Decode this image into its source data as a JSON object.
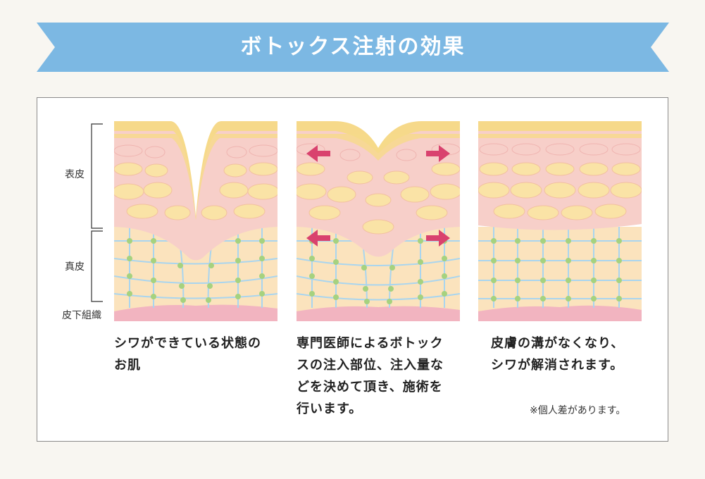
{
  "header": {
    "title": "ボトックス注射の効果"
  },
  "layers": {
    "epidermis": "表皮",
    "dermis": "真皮",
    "subcutis": "皮下組織"
  },
  "panels": [
    {
      "caption_line1": "シワができている状態の",
      "caption_line2": "お肌"
    },
    {
      "caption_line1": "専門医師によるボトック",
      "caption_line2": "スの注入部位、注入量な",
      "caption_line3": "どを決めて頂き、施術を",
      "caption_line4": "行います。"
    },
    {
      "caption_line1": "皮膚の溝がなくなり、",
      "caption_line2": "シワが解消されます。"
    }
  ],
  "note": "※個人差があります。",
  "colors": {
    "banner": "#7cb8e3",
    "epidermis_top": "#f6d98a",
    "cell_pink": "#f7cfc9",
    "cell_yellow": "#fae3a6",
    "dermis": "#fbe3bd",
    "fiber_blue": "#a9d5ef",
    "node_green": "#a6d27f",
    "subcutis": "#f2b4c0",
    "arrow": "#d9426e"
  }
}
